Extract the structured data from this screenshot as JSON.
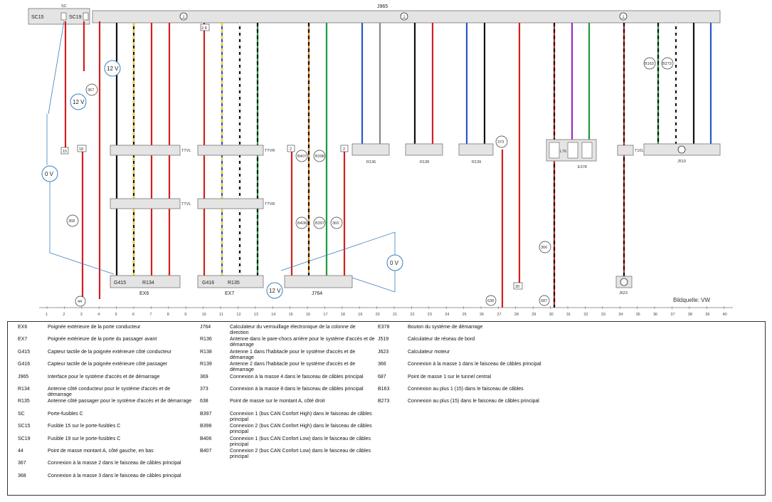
{
  "header": {
    "fuse_box_labels": [
      "SC",
      "SC15",
      "SC19"
    ],
    "bus_label": "J965"
  },
  "source_note": "Bildquelle: VW",
  "voltages": [
    "12 V",
    "0 V"
  ],
  "components": [
    {
      "id": "ex6",
      "code": "EX6",
      "sub": [
        "G415",
        "R134"
      ]
    },
    {
      "id": "ex7",
      "code": "EX7",
      "sub": [
        "G416",
        "R135"
      ]
    },
    {
      "id": "j764",
      "code": "J764"
    },
    {
      "id": "r136",
      "code": "R136"
    },
    {
      "id": "r138",
      "code": "R138"
    },
    {
      "id": "r139",
      "code": "R139"
    },
    {
      "id": "e378",
      "code": "E378",
      "sub": [
        "L76"
      ]
    },
    {
      "id": "j519",
      "code": "J519"
    },
    {
      "id": "j623",
      "code": "J623"
    }
  ],
  "connectors": [
    "TTVL",
    "TTVR",
    "TTVL",
    "TTVR",
    "T10L"
  ],
  "nodes": [
    "367",
    "368",
    "44",
    "373",
    "366",
    "638",
    "687",
    "B407",
    "B398",
    "B406",
    "B397",
    "369",
    "B163",
    "B273"
  ],
  "boxes": [
    "15",
    "18",
    "2",
    "2",
    "2.8",
    "30"
  ],
  "column_numbers": [
    "1",
    "2",
    "3",
    "4",
    "5",
    "6",
    "7",
    "8",
    "9",
    "10",
    "11",
    "12",
    "13",
    "14",
    "15",
    "16",
    "17",
    "18",
    "19",
    "20",
    "21",
    "22",
    "23",
    "24",
    "25",
    "26",
    "27",
    "28",
    "29",
    "30",
    "31",
    "32",
    "33",
    "34",
    "35",
    "36",
    "37",
    "38",
    "39",
    "40"
  ],
  "legend": [
    [
      {
        "code": "EX6",
        "desc": "Poignée extérieure de la porte conducteur"
      },
      {
        "code": "EX7",
        "desc": "Poignée extérieure de la porte du passager avant"
      },
      {
        "code": "G415",
        "desc": "Capteur tactile de la poignée extérieure côté conducteur"
      },
      {
        "code": "G416",
        "desc": "Capteur tactile de la poignée extérieure côté passager"
      },
      {
        "code": "J965",
        "desc": "Interface pour le système d'accès et de démarrage"
      },
      {
        "code": "R134",
        "desc": "Antenne côté conducteur pour le système d'accès et de démarrage"
      },
      {
        "code": "R135",
        "desc": "Antenne côté passager pour le système d'accès et de démarrage"
      },
      {
        "code": "SC",
        "desc": "Porte-fusibles C"
      },
      {
        "code": "SC15",
        "desc": "Fusible 15 sur le porte-fusibles C"
      },
      {
        "code": "SC19",
        "desc": "Fusible 19 sur le porte-fusibles C"
      },
      {
        "code": "44",
        "desc": "Point de masse montant A, côté gauche, en bas"
      },
      {
        "code": "367",
        "desc": "Connexion à la masse 2 dans le faisceau de câbles principal"
      },
      {
        "code": "368",
        "desc": "Connexion à la masse 3 dans le faisceau de câbles principal"
      }
    ],
    [
      {
        "code": "J764",
        "desc": "Calculateur du verrouillage électronique de la colonne de direction"
      },
      {
        "code": "R136",
        "desc": "Antenne dans le pare-chocs arrière pour le système d'accès et de démarrage"
      },
      {
        "code": "R138",
        "desc": "Antenne 1 dans l'habitacle pour le système d'accès et de démarrage"
      },
      {
        "code": "R139",
        "desc": "Antenne 2 dans l'habitacle pour le système d'accès et de démarrage"
      },
      {
        "code": "369",
        "desc": "Connexion à la masse 4 dans le faisceau de câbles principal"
      },
      {
        "code": "373",
        "desc": "Connexion à la masse 8 dans le faisceau de câbles principal"
      },
      {
        "code": "638",
        "desc": "Point de masse sur le montant A, côté droit"
      },
      {
        "code": "B397",
        "desc": "Connexion 1 (bus CAN Confort High) dans le faisceau de câbles principal"
      },
      {
        "code": "B398",
        "desc": "Connexion 2 (bus CAN Confort High) dans le faisceau de câbles principal"
      },
      {
        "code": "B406",
        "desc": "Connexion 1 (bus CAN Confort Low) dans le faisceau de câbles principal"
      },
      {
        "code": "B407",
        "desc": "Connexion 2 (bus CAN Confort Low) dans le faisceau de câbles principal"
      }
    ],
    [
      {
        "code": "E378",
        "desc": "Bouton du système de démarrage"
      },
      {
        "code": "J519",
        "desc": "Calculateur de réseau de bord"
      },
      {
        "code": "J623",
        "desc": "Calculateur moteur"
      },
      {
        "code": "366",
        "desc": "Connexion à la masse 1 dans le faisceau de câbles principal"
      },
      {
        "code": "687",
        "desc": "Point de masse 1 sur le tunnel central"
      },
      {
        "code": "B163",
        "desc": "Connexion au plus 1 (15) dans le faisceau de câbles"
      },
      {
        "code": "B273",
        "desc": "Connexion au plus (15) dans le faisceau de câbles principal"
      }
    ]
  ]
}
